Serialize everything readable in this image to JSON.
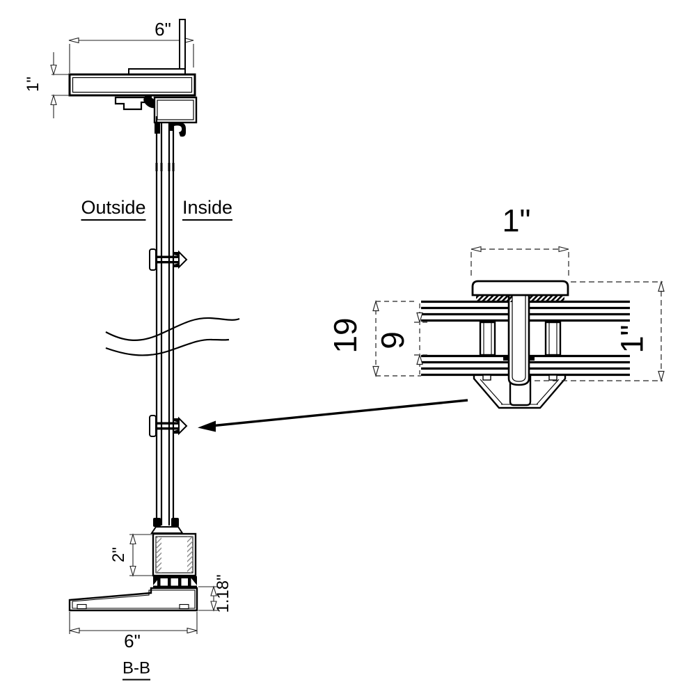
{
  "drawing": {
    "type": "architectural-section-detail",
    "section_label": "B-B",
    "labels": {
      "outside": "Outside",
      "inside": "Inside"
    },
    "head": {
      "width": "6\"",
      "height": "1\""
    },
    "sill": {
      "block_height": "2\"",
      "base_height": "1.18\"",
      "width": "6\""
    },
    "connector_detail": {
      "top_width": "1\"",
      "overall_thickness": "19",
      "panel_gap": "9",
      "height": "1\""
    },
    "colors": {
      "line": "#000000",
      "background": "#ffffff"
    }
  }
}
